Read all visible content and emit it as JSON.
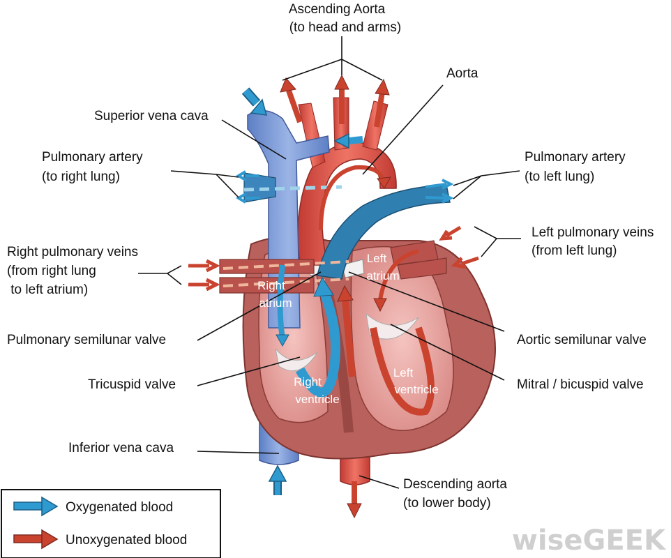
{
  "labels": {
    "ascending_aorta_1": "Ascending Aorta",
    "ascending_aorta_2": "(to head and arms)",
    "aorta": "Aorta",
    "superior_vena_cava": "Superior vena cava",
    "pulm_artery_right_1": "Pulmonary artery",
    "pulm_artery_right_2": "(to right lung)",
    "pulm_artery_left_1": "Pulmonary artery",
    "pulm_artery_left_2": "(to left lung)",
    "left_pulm_veins_1": "Left pulmonary veins",
    "left_pulm_veins_2": "(from left lung)",
    "right_pulm_veins_1": "Right pulmonary veins",
    "right_pulm_veins_2": "(from right lung",
    "right_pulm_veins_3": " to left atrium)",
    "pulm_semilunar_valve": "Pulmonary semilunar valve",
    "aortic_semilunar_valve": "Aortic semilunar valve",
    "tricuspid_valve": "Tricuspid valve",
    "mitral_valve": "Mitral / bicuspid valve",
    "inferior_vena_cava": "Inferior vena cava",
    "descending_aorta_1": "Descending aorta",
    "descending_aorta_2": "(to lower body)"
  },
  "chambers": {
    "right_atrium_1": "Right",
    "right_atrium_2": "atrium",
    "left_atrium_1": "Left",
    "left_atrium_2": "atrium",
    "right_ventricle_1": "Right",
    "right_ventricle_2": "ventricle",
    "left_ventricle_1": "Left",
    "left_ventricle_2": "ventricle"
  },
  "legend": {
    "oxygenated": "Oxygenated blood",
    "unoxygenated": "Unoxygenated blood"
  },
  "watermark": "wiseGEEK",
  "colors": {
    "blue_flow": "#2f8fbf",
    "red_flow": "#c9432f",
    "vein_blue": "#7f9fd6",
    "artery_red": "#d8524a",
    "heart_wall": "#b8645f",
    "heart_inner": "#eaa5a3"
  }
}
